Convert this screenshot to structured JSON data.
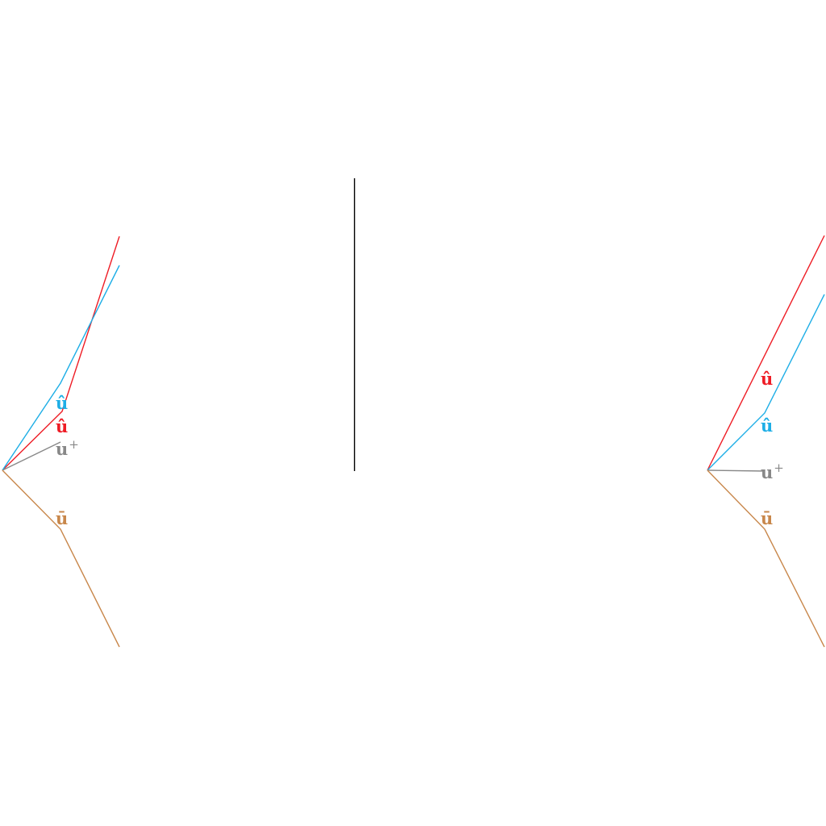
{
  "colors": {
    "red": "#ee1c25",
    "blue": "#1eaee6",
    "gray": "#888888",
    "brown": "#c8874b",
    "divider": "#000000"
  },
  "panels": [
    {
      "labels": {
        "u_hat_blue": "û",
        "u_hat_red": "û",
        "u_plus_base": "u",
        "u_plus_sup": "+",
        "u_bar": "ū"
      }
    },
    {
      "labels": {
        "u_hat_red": "û",
        "u_hat_blue": "û",
        "u_plus_base": "u",
        "u_plus_sup": "+",
        "u_bar": "ū"
      }
    }
  ]
}
